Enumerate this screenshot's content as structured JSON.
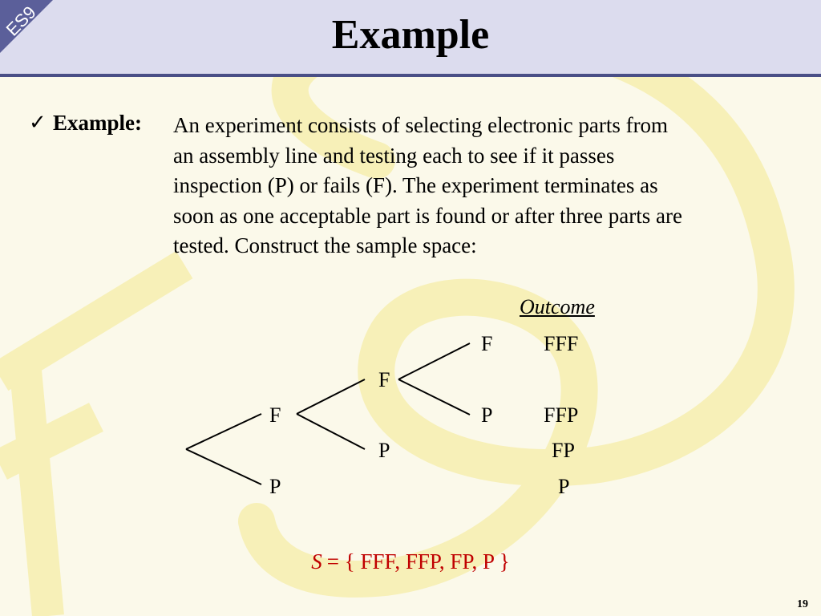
{
  "colors": {
    "header_bg": "#dcdcee",
    "header_border": "#4a4f86",
    "accent_red": "#c00000",
    "watermark": "#f7f0b8"
  },
  "header": {
    "corner_label": "ES9",
    "title": "Example"
  },
  "content": {
    "bullet": "✓",
    "label": "Example:",
    "lines": [
      "An experiment consists of selecting electronic parts from",
      "an assembly line and testing each to see if it passes",
      "inspection (P) or fails (F).  The experiment terminates as",
      "soon as one acceptable part is found or after three parts are",
      "tested.  Construct the sample space:"
    ]
  },
  "tree": {
    "outcome_header": "Outcome",
    "level1": [
      "F",
      "P"
    ],
    "level2": [
      "F",
      "P"
    ],
    "level3": [
      "F",
      "P"
    ],
    "outcomes": [
      "FFF",
      "FFP",
      "FP",
      "P"
    ]
  },
  "sample_space": {
    "symbol": "S",
    "text": "= { FFF, FFP, FP, P }"
  },
  "footer": {
    "page_number": "19"
  }
}
